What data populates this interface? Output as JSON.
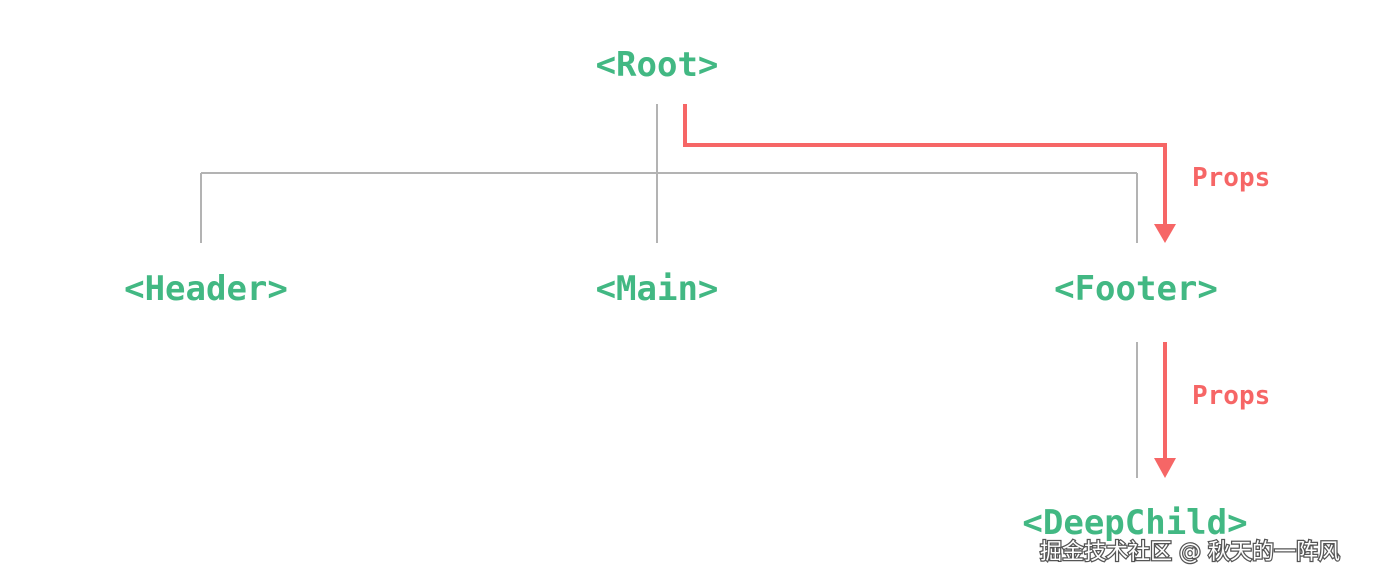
{
  "colors": {
    "node": "#42b883",
    "props": "#f66666",
    "tree_line": "#b3b3b3",
    "watermark": "#ffffff"
  },
  "nodes": {
    "root": "<Root>",
    "header": "<Header>",
    "main": "<Main>",
    "footer": "<Footer>",
    "deep_child": "<DeepChild>"
  },
  "edges": {
    "root_to_footer": "Props",
    "footer_to_deep_child": "Props"
  },
  "watermark": "掘金技术社区 @ 秋天的一阵风"
}
